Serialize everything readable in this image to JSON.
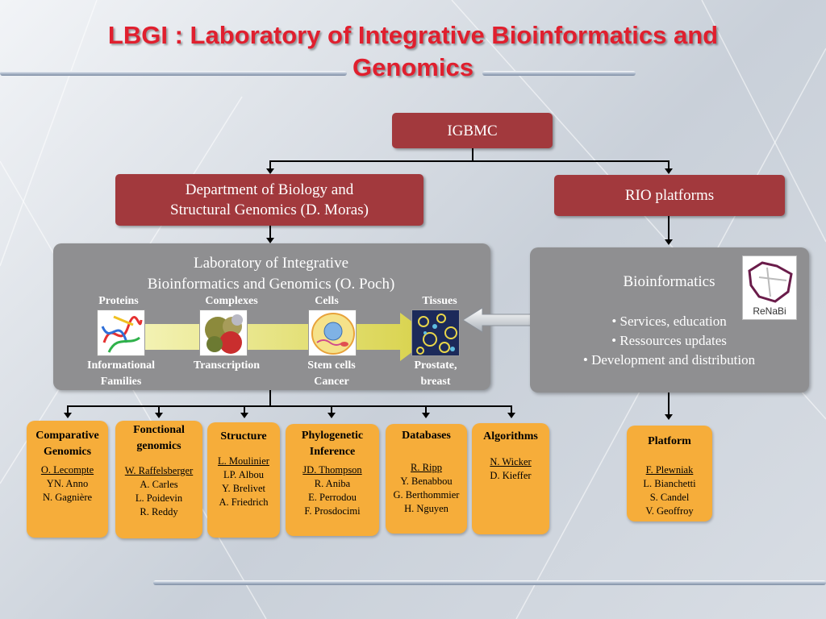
{
  "title": {
    "line1": "LBGI : Laboratory of Integrative Bioinformatics and",
    "line2": "Genomics"
  },
  "igbmc": "IGBMC",
  "department": {
    "line1": "Department of Biology and",
    "line2": "Structural Genomics (D. Moras)"
  },
  "rio": "RIO platforms",
  "lab": {
    "line1": "Laboratory of Integrative",
    "line2": "Bioinformatics and Genomics (O. Poch)",
    "columns": [
      {
        "top": "Proteins",
        "bottom1": "Informational",
        "bottom2": "Families"
      },
      {
        "top": "Complexes",
        "bottom1": "Transcription",
        "bottom2": ""
      },
      {
        "top": "Cells",
        "bottom1": "Stem cells",
        "bottom2": "Cancer"
      },
      {
        "top": "Tissues",
        "bottom1": "Prostate,",
        "bottom2": "breast"
      }
    ]
  },
  "bioinformatics": {
    "title": "Bioinformatics",
    "items": [
      "• Services, education",
      "•  Ressources updates",
      "• Development and distribution"
    ],
    "logo_text": "ReNaBi"
  },
  "teams": [
    {
      "title1": "Comparative",
      "title2": "Genomics",
      "lead": "O. Lecompte",
      "members": [
        "YN. Anno",
        "N. Gagnière"
      ]
    },
    {
      "title1": "Fonctional",
      "title2": "genomics",
      "lead": "W. Raffelsberger",
      "members": [
        "A. Carles",
        "L. Poidevin",
        "R. Reddy"
      ]
    },
    {
      "title1": "Structure",
      "title2": "",
      "lead": "L. Moulinier",
      "members": [
        "LP. Albou",
        "Y. Brelivet",
        "A. Friedrich"
      ]
    },
    {
      "title1": "Phylogenetic",
      "title2": "Inference",
      "lead": "JD. Thompson",
      "members": [
        "R. Aniba",
        "E. Perrodou",
        "F. Prosdocimi"
      ]
    },
    {
      "title1": "Databases",
      "title2": "",
      "lead": "R. Ripp",
      "members": [
        "Y. Benabbou",
        "G. Berthommier",
        "H. Nguyen"
      ]
    },
    {
      "title1": "Algorithms",
      "title2": "",
      "lead": "N. Wicker",
      "members": [
        "D. Kieffer"
      ]
    }
  ],
  "platform": {
    "title": "Platform",
    "lead": "F. Plewniak",
    "members": [
      "L. Bianchetti",
      "S. Candel",
      "V. Geoffroy"
    ]
  }
}
